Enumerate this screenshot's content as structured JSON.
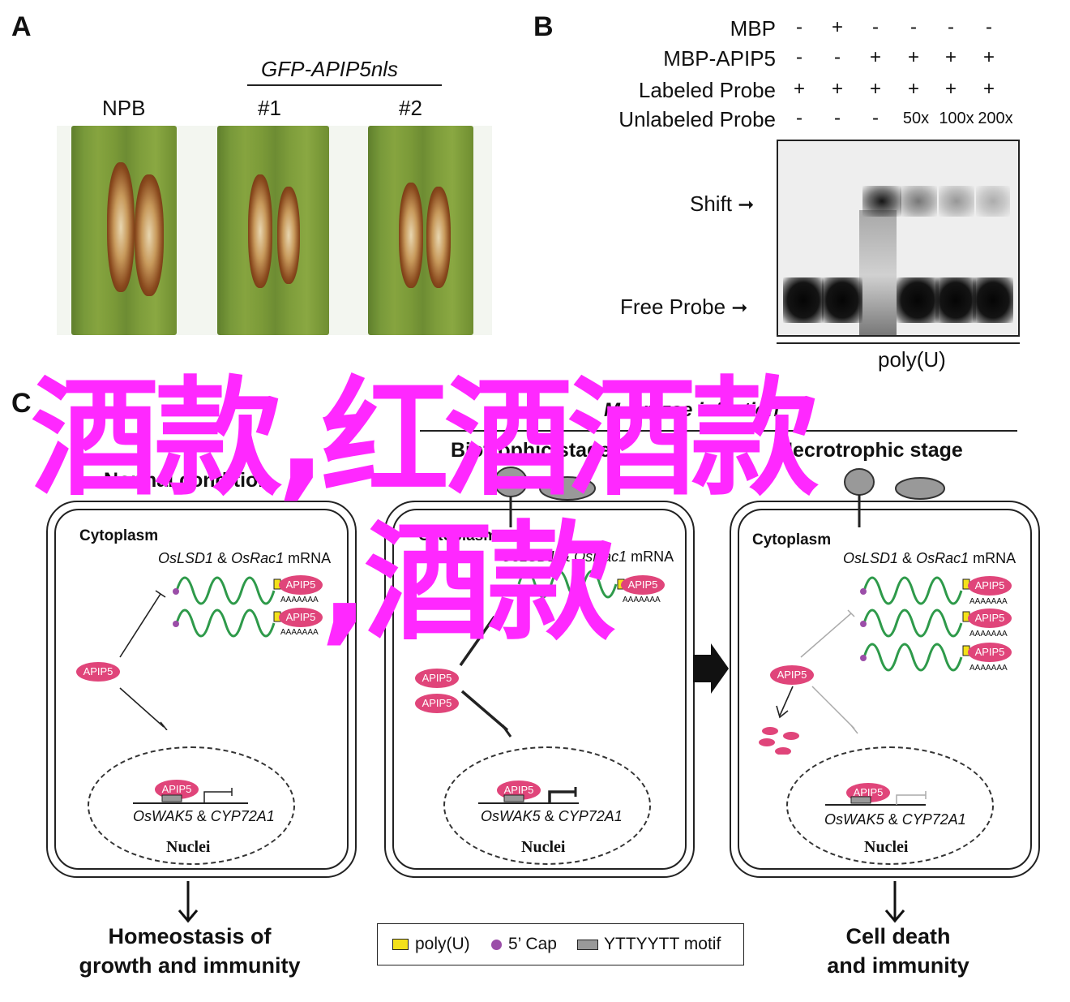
{
  "panel_a": {
    "letter": "A",
    "group_label": "GFP-APIP5nls",
    "lanes": [
      "NPB",
      "#1",
      "#2"
    ]
  },
  "panel_b": {
    "letter": "B",
    "conditions": [
      {
        "label": "MBP",
        "values": [
          "-",
          "+",
          "-",
          "-",
          "-",
          "-"
        ]
      },
      {
        "label": "MBP-APIP5",
        "values": [
          "-",
          "-",
          "+",
          "+",
          "+",
          "+"
        ]
      },
      {
        "label": "Labeled Probe",
        "values": [
          "+",
          "+",
          "+",
          "+",
          "+",
          "+"
        ]
      },
      {
        "label": "Unlabeled Probe",
        "values": [
          "-",
          "-",
          "-",
          "50x",
          "100x",
          "200x"
        ]
      }
    ],
    "shift_label": "Shift",
    "free_label": "Free Probe",
    "bottom_label": "poly(U)"
  },
  "panel_c": {
    "letter": "C",
    "infection_label": "M. oryzae infection",
    "stages": [
      "Biotrophic stage",
      "Necrotrophic stage"
    ],
    "normal_label": "Normal condition",
    "cytoplasm": "Cytoplasm",
    "mrna_gene1": "OsLSD1",
    "mrna_amp": "&",
    "mrna_gene2": "OsRac1",
    "mrna_word": "mRNA",
    "apip": "APIP5",
    "polya": "AAAAAAA",
    "target_gene1": "OsWAK5",
    "target_amp": "&",
    "target_gene2": "CYP72A1",
    "nuclei": "Nuclei",
    "outcome_left": [
      "Homeostasis of",
      "growth and immunity"
    ],
    "outcome_right": [
      "Cell death",
      "and immunity"
    ],
    "legend": {
      "polyu": "poly(U)",
      "cap": "5’ Cap",
      "motif": "YTTYYTT motif"
    }
  },
  "watermark": {
    "line1": "酒款,红酒酒款",
    "line2": ",酒款",
    "color": "#ff28ff"
  }
}
